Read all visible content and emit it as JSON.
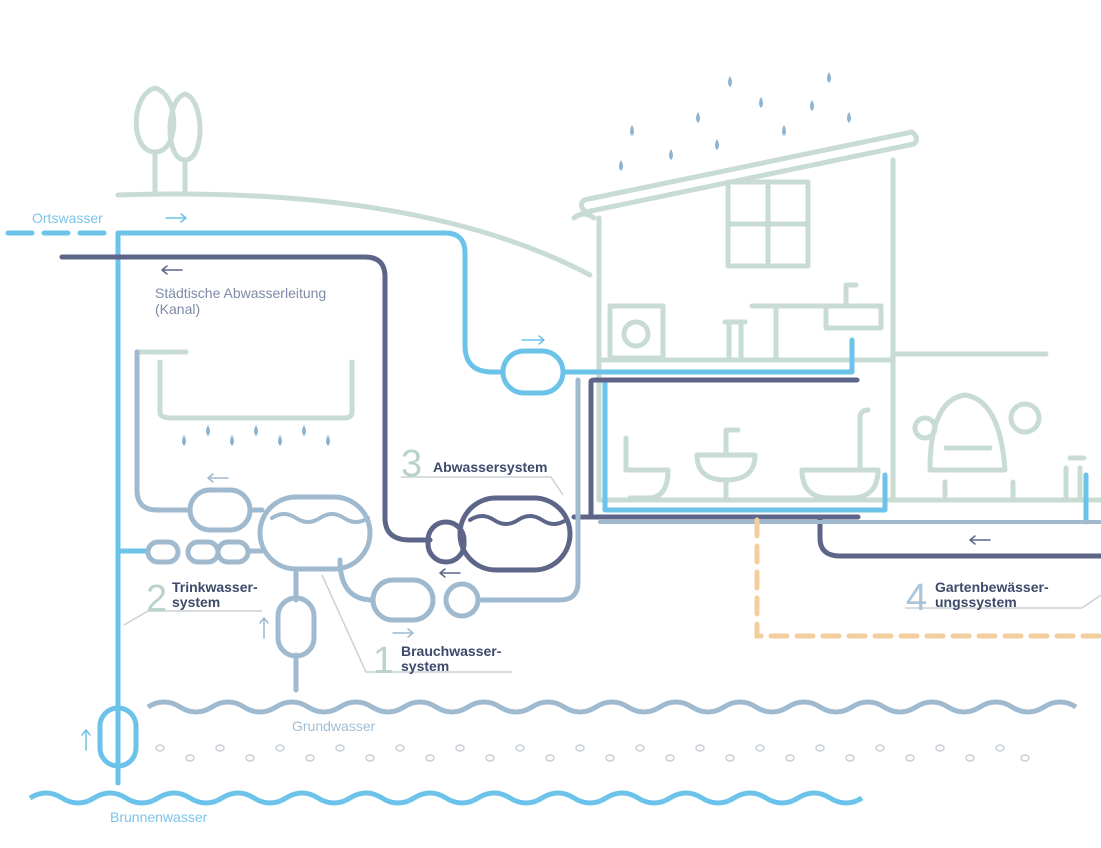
{
  "labels": {
    "ortswasser": "Ortswasser",
    "abwasserleitung": "Städtische Abwasserleitung",
    "kanal": "(Kanal)",
    "abwassersystem_num": "3",
    "abwassersystem": "Abwassersystem",
    "trinkwasser_num": "2",
    "trinkwasser_1": "Trinkwasser-",
    "trinkwasser_2": "system",
    "brauchwasser_num": "1",
    "brauchwasser_1": "Brauchwasser-",
    "brauchwasser_2": "system",
    "garten_num": "4",
    "garten_1": "Gartenbewässer-",
    "garten_2": "ungssystem",
    "grundwasser": "Grundwasser",
    "brunnenwasser": "Brunnenwasser"
  },
  "colors": {
    "fresh_water": "#6cc3ea",
    "sewage": "#5d6688",
    "service_water": "#9fb9cf",
    "structure": "#c9dcd3",
    "garden": "#f3cf9e",
    "rain": "#8fb4d0"
  }
}
